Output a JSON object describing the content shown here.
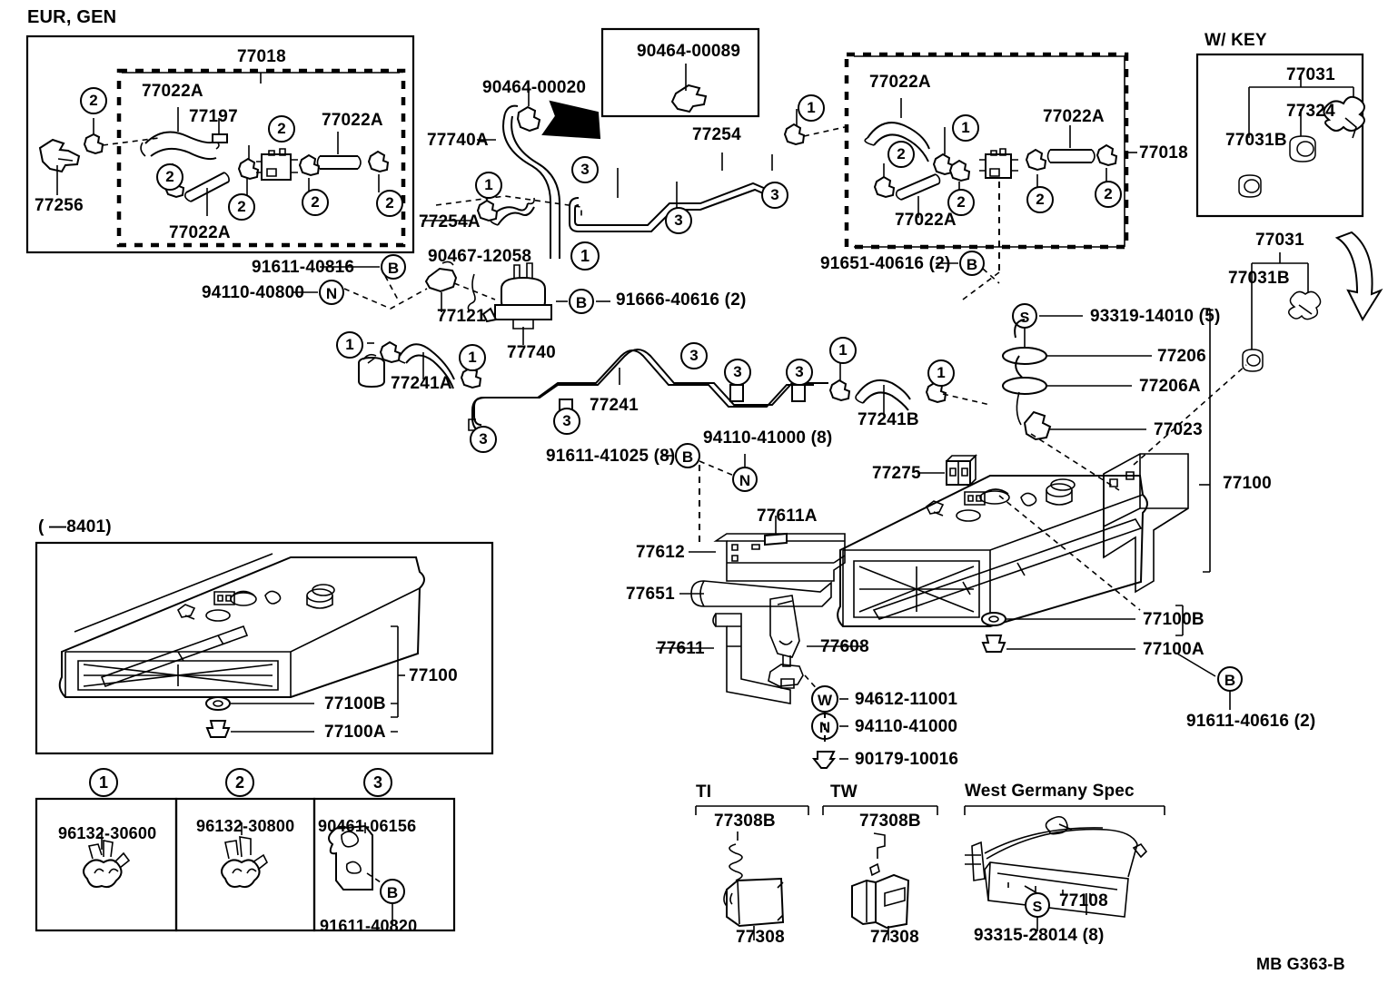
{
  "diagram": {
    "sheet_code": "MB  G363-B",
    "sections": {
      "eur_gen": "EUR, GEN",
      "w_key": "W/ KEY",
      "early": "(   —8401)",
      "ti": "TI",
      "tw": "TW",
      "west_germany": "West Germany Spec"
    }
  },
  "callouts": {
    "eur_gen_box": [
      {
        "id": "p77018",
        "text": "77018"
      },
      {
        "id": "p77022A_1",
        "text": "77022A"
      },
      {
        "id": "p77197",
        "text": "77197"
      },
      {
        "id": "p77022A_2",
        "text": "77022A"
      },
      {
        "id": "p77022A_3",
        "text": "77022A"
      },
      {
        "id": "p77256",
        "text": "77256"
      }
    ],
    "upper_center": [
      {
        "id": "p90464_00020",
        "text": "90464-00020"
      },
      {
        "id": "p90464_00089",
        "text": "90464-00089"
      },
      {
        "id": "p77740A",
        "text": "77740A"
      },
      {
        "id": "p77254",
        "text": "77254"
      },
      {
        "id": "p77254A",
        "text": "77254A"
      },
      {
        "id": "p90467_12058",
        "text": "90467-12058"
      },
      {
        "id": "p77121",
        "text": "77121"
      },
      {
        "id": "p77740",
        "text": "77740"
      },
      {
        "id": "p91666_40616",
        "text": "91666-40616 (2)"
      },
      {
        "id": "p91611_40816",
        "text": "91611-40816"
      },
      {
        "id": "p94110_40800",
        "text": "94110-40800"
      }
    ],
    "right_box": [
      {
        "id": "r77022A_1",
        "text": "77022A"
      },
      {
        "id": "r77022A_2",
        "text": "77022A"
      },
      {
        "id": "r77022A_3",
        "text": "77022A"
      },
      {
        "id": "r77018",
        "text": "77018"
      },
      {
        "id": "r91651_40616",
        "text": "91651-40616 (2)"
      }
    ],
    "w_key_box": [
      {
        "id": "k77031",
        "text": "77031"
      },
      {
        "id": "k77324",
        "text": "77324"
      },
      {
        "id": "k77031B",
        "text": "77031B"
      },
      {
        "id": "k77031_lower",
        "text": "77031"
      },
      {
        "id": "k77031B_lower",
        "text": "77031B"
      }
    ],
    "mid_left": [
      {
        "id": "m77241A",
        "text": "77241A"
      },
      {
        "id": "m77241",
        "text": "77241"
      },
      {
        "id": "m77241B",
        "text": "77241B"
      },
      {
        "id": "m94110_41000",
        "text": "94110-41000 (8)"
      },
      {
        "id": "m91611_41025",
        "text": "91611-41025 (8)"
      },
      {
        "id": "m77275",
        "text": "77275"
      }
    ],
    "tank_right": [
      {
        "id": "t93319_14010",
        "text": "93319-14010 (5)"
      },
      {
        "id": "t77206",
        "text": "77206"
      },
      {
        "id": "t77206A",
        "text": "77206A"
      },
      {
        "id": "t77023",
        "text": "77023"
      },
      {
        "id": "t77100",
        "text": "77100"
      },
      {
        "id": "t77100B",
        "text": "77100B"
      },
      {
        "id": "t77100A",
        "text": "77100A"
      },
      {
        "id": "t91611_40616",
        "text": "91611-40616 (2)"
      }
    ],
    "bracket_group": [
      {
        "id": "b77611A",
        "text": "77611A"
      },
      {
        "id": "b77612",
        "text": "77612"
      },
      {
        "id": "b77651",
        "text": "77651"
      },
      {
        "id": "b77611",
        "text": "77611"
      },
      {
        "id": "b77608",
        "text": "77608"
      },
      {
        "id": "b94612_11001",
        "text": "94612-11001"
      },
      {
        "id": "b94110_41000",
        "text": "94110-41000"
      },
      {
        "id": "b90179_10016",
        "text": "90179-10016"
      }
    ],
    "early_box": [
      {
        "id": "e77100",
        "text": "77100"
      },
      {
        "id": "e77100B",
        "text": "77100B"
      },
      {
        "id": "e77100A",
        "text": "77100A"
      }
    ],
    "legend": [
      {
        "id": "lg1",
        "num": "1",
        "part": "96132-30600",
        "sub": ""
      },
      {
        "id": "lg2",
        "num": "2",
        "part": "96132-30800",
        "sub": ""
      },
      {
        "id": "lg3",
        "num": "3",
        "part": "90461-06156",
        "sub": "91611-40820"
      }
    ],
    "bottom_variants": [
      {
        "id": "v_ti_b",
        "text": "77308B"
      },
      {
        "id": "v_ti",
        "text": "77308"
      },
      {
        "id": "v_tw_b",
        "text": "77308B"
      },
      {
        "id": "v_tw",
        "text": "77308"
      },
      {
        "id": "v_wg",
        "text": "77108"
      },
      {
        "id": "v_wg_s",
        "text": "93315-28014 (8)"
      }
    ]
  },
  "markers": {
    "numbered": [
      "1",
      "2",
      "3"
    ],
    "letters": [
      "B",
      "N",
      "S",
      "W"
    ]
  }
}
